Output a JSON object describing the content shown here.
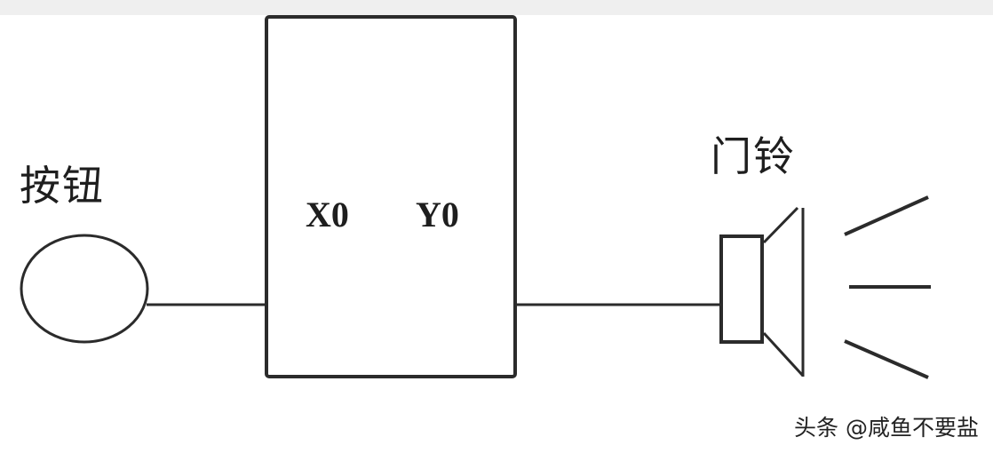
{
  "diagram": {
    "title": "",
    "nodes": [
      {
        "id": "button",
        "label": "按钮",
        "shape": "ellipse"
      },
      {
        "id": "plc",
        "label": "",
        "shape": "rectangle",
        "input_terminal": "X0",
        "output_terminal": "Y0"
      },
      {
        "id": "doorbell",
        "label": "门铃",
        "shape": "speaker"
      }
    ],
    "edges": [
      {
        "from": "button",
        "to": "plc.X0"
      },
      {
        "from": "plc.Y0",
        "to": "doorbell"
      }
    ]
  },
  "labels": {
    "button": "按钮",
    "input_terminal": "X0",
    "output_terminal": "Y0",
    "doorbell": "门铃"
  },
  "watermark": "头条 @咸鱼不要盐",
  "colors": {
    "stroke": "#2b2b2b",
    "topbar": "#efefef",
    "background": "#ffffff"
  }
}
